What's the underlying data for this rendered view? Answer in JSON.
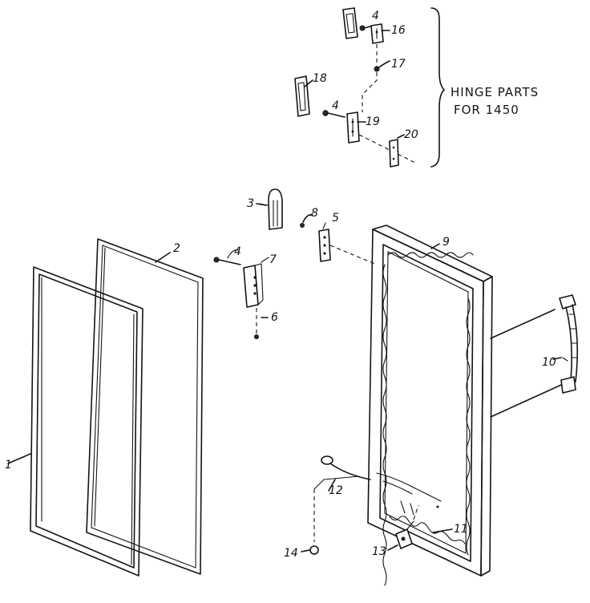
{
  "labels": {
    "part_1": "1",
    "part_2": "2",
    "part_3": "3",
    "part_4a": "4",
    "part_4b": "4",
    "part_4c": "4",
    "part_5": "5",
    "part_6": "6",
    "part_7": "7",
    "part_8": "8",
    "part_9": "9",
    "part_10": "10",
    "part_11": "11",
    "part_12": "12",
    "part_13": "13",
    "part_14": "14",
    "part_16": "16",
    "part_17": "17",
    "part_18": "18",
    "part_19": "19",
    "part_20": "20"
  },
  "note": {
    "line1": "HINGE PARTS",
    "line2": "FOR 1450"
  }
}
